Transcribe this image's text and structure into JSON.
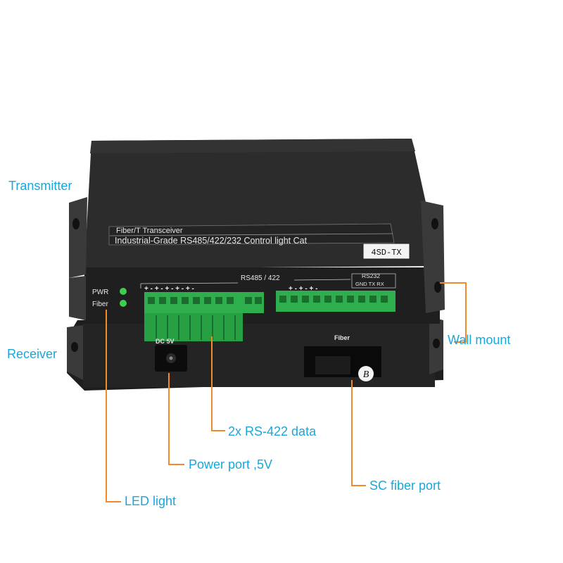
{
  "callouts": {
    "transmitter": "Transmitter",
    "receiver": "Receiver",
    "wall_mount": "Wall mount",
    "rs422_data": "2x RS-422 data",
    "power_port": "Power port ,5V",
    "sc_fiber_port": "SC fiber port",
    "led_light": "LED light"
  },
  "device": {
    "top_label_line1": "Fiber/T Transceiver",
    "top_label_line2": "Industrial-Grade RS485/422/232 Control light Cat",
    "model_tag": "4SD-TX",
    "rs485_header": "RS485 / 422",
    "rs232_header": "RS232",
    "rs232_pins": "GND TX  RX",
    "pwr_label": "PWR",
    "fiber_label": "Fiber",
    "dc_label": "DC 5V",
    "fiber_port_label": "Fiber",
    "port_badge": "B"
  },
  "colors": {
    "callout_text": "#1ba6d9",
    "leader_line": "#f08a2c",
    "terminal_green": "#2fae4e",
    "device_body": "#2a2a2a",
    "led": "#3ccf4e"
  }
}
